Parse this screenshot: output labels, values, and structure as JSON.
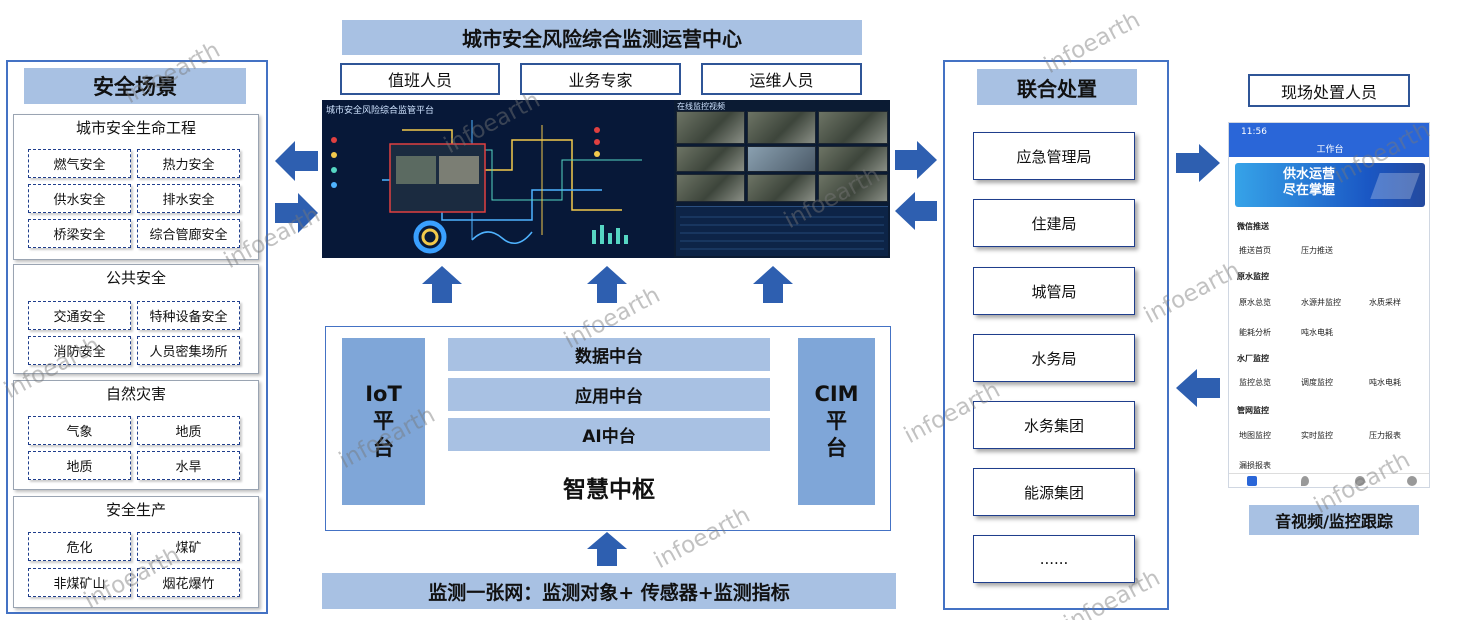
{
  "center": {
    "title": "城市安全风险综合监测运营中心",
    "roles": [
      "值班人员",
      "业务专家",
      "运维人员"
    ],
    "dashboard_title": "城市安全风险综合监管平台",
    "video_title": "在线监控视频",
    "hub": {
      "layers": [
        "数据中台",
        "应用中台",
        "AI中台"
      ],
      "caption": "智慧中枢",
      "left_col": "IoT\n平\n台",
      "right_col": "CIM\n平\n台"
    },
    "network": "监测一张网：监测对象+ 传感器+监测指标"
  },
  "scenes": {
    "title": "安全场景",
    "groups": [
      {
        "title": "城市安全生命工程",
        "items": [
          "燃气安全",
          "热力安全",
          "供水安全",
          "排水安全",
          "桥梁安全",
          "综合管廊安全"
        ]
      },
      {
        "title": "公共安全",
        "items": [
          "交通安全",
          "特种设备安全",
          "消防安全",
          "人员密集场所"
        ]
      },
      {
        "title": "自然灾害",
        "items": [
          "气象",
          "地质",
          "地质",
          "水旱"
        ]
      },
      {
        "title": "安全生产",
        "items": [
          "危化",
          "煤矿",
          "非煤矿山",
          "烟花爆竹"
        ]
      }
    ]
  },
  "joint": {
    "title": "联合处置",
    "agencies": [
      "应急管理局",
      "住建局",
      "城管局",
      "水务局",
      "水务集团",
      "能源集团",
      "......"
    ]
  },
  "field": {
    "title": "现场处置人员",
    "caption": "音视频/监控跟踪",
    "phone": {
      "time": "11:56",
      "header": "工作台",
      "banner": "供水运营\n尽在掌握",
      "sections": [
        {
          "title": "微信推送",
          "items": [
            "推送首页",
            "压力推送"
          ]
        },
        {
          "title": "原水监控",
          "items": [
            "原水总览",
            "水源井监控",
            "水质采样",
            "能耗分析",
            "吨水电耗"
          ]
        },
        {
          "title": "水厂监控",
          "items": [
            "监控总览",
            "调度监控",
            "吨水电耗"
          ]
        },
        {
          "title": "管网监控",
          "items": [
            "地图监控",
            "实时监控",
            "压力报表",
            "漏损报表"
          ]
        }
      ]
    }
  },
  "watermark": "infoearth",
  "colors": {
    "title_bg": "#a8c1e3",
    "column_bg": "#7fa6d8",
    "border": "#4472c4",
    "arrow": "#2e5fb0"
  }
}
